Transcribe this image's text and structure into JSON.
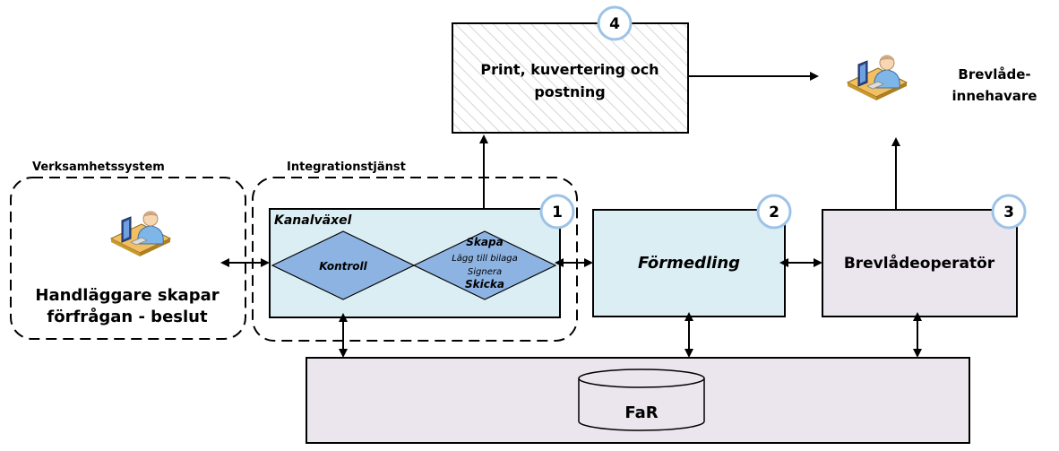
{
  "groups": {
    "verksamhetssystem": "Verksamhetssystem",
    "integrationstjanst": "Integrationstjänst"
  },
  "print_box": {
    "line1": "Print, kuvertering och",
    "line2": "postning",
    "badge": "4"
  },
  "recipient": {
    "line1": "Brevlåde-",
    "line2": "innehavare"
  },
  "caseworker": {
    "line1": "Handläggare skapar",
    "line2": "förfrågan - beslut"
  },
  "kanalvaxel": {
    "title": "Kanalväxel",
    "badge": "1",
    "kontroll": "Kontroll",
    "skapa": "Skapa",
    "lagg_till": "Lägg till bilaga",
    "signera": "Signera",
    "skicka": "Skicka"
  },
  "formedling": {
    "label": "Förmedling",
    "badge": "2"
  },
  "brevladeoperator": {
    "label": "Brevlådeoperatör",
    "badge": "3"
  },
  "far": {
    "label": "FaR"
  },
  "colors": {
    "kanal_fill": "#dbeef3",
    "diamond_fill": "#8db3e2",
    "operator_fill": "#ebe6ee",
    "far_fill": "#ebe6ee",
    "badge_stroke": "#9dc3e6",
    "print_hatch": "#c8c8c8"
  }
}
